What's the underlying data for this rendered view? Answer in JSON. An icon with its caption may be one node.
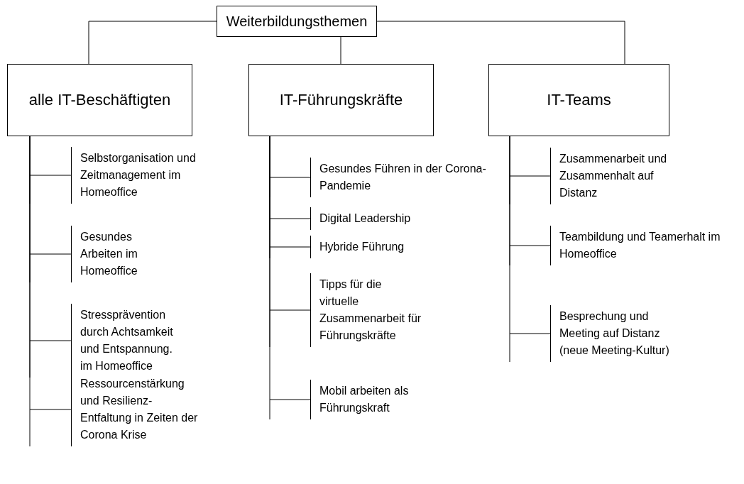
{
  "diagram": {
    "nodes": [
      {
        "text": [
          "Weiterbildungsthemen"
        ]
      },
      {
        "text": [
          "alle IT-Beschäftigten"
        ]
      },
      {
        "text": [
          "IT-Führungskräfte"
        ]
      },
      {
        "text": [
          "IT-Teams"
        ]
      },
      {
        "text": [
          "Selbstorganisation und Zeitmanagement im Homeoffice"
        ]
      },
      {
        "text": [
          "Gesundes Arbeiten im Homeoffice"
        ]
      },
      {
        "text": [
          "Stressprävention durch Achtsamkeit und Entspannung. im Homeoffice"
        ]
      },
      {
        "text": [
          "Ressourcenstärkung und Resilienz-Entfaltung in Zeiten der Corona Krise"
        ]
      },
      {
        "text": [
          "Gesundes Führen in der Corona-Pandemie"
        ]
      },
      {
        "text": [
          "Digital Leadership"
        ]
      },
      {
        "text": [
          "Hybride Führung"
        ]
      },
      {
        "text": [
          "Tipps für die virtuelle Zusammenarbeit für Führungskräfte"
        ]
      },
      {
        "text": [
          "Mobil arbeiten als Führungskraft"
        ]
      },
      {
        "text": [
          "Zusammenarbeit und Zusammenhalt auf Distanz"
        ]
      },
      {
        "text": [
          "Teambildung und Teamerhalt im Homeoffice"
        ]
      },
      {
        "text": [
          "Besprechung und Meeting auf Distanz (neue Meeting-Kultur)"
        ]
      }
    ],
    "edges": [
      {
        "from": 0,
        "to": 1,
        "arrow": "none"
      },
      {
        "from": 0,
        "to": 2,
        "arrow": "none"
      },
      {
        "from": 0,
        "to": 3,
        "arrow": "none"
      },
      {
        "from": 1,
        "to": 4,
        "arrow": "none"
      },
      {
        "from": 1,
        "to": 5,
        "arrow": "none"
      },
      {
        "from": 1,
        "to": 6,
        "arrow": "none"
      },
      {
        "from": 1,
        "to": 7,
        "arrow": "none"
      },
      {
        "from": 2,
        "to": 8,
        "arrow": "none"
      },
      {
        "from": 2,
        "to": 9,
        "arrow": "none"
      },
      {
        "from": 2,
        "to": 10,
        "arrow": "none"
      },
      {
        "from": 2,
        "to": 11,
        "arrow": "none"
      },
      {
        "from": 2,
        "to": 12,
        "arrow": "none"
      },
      {
        "from": 3,
        "to": 13,
        "arrow": "none"
      },
      {
        "from": 3,
        "to": 14,
        "arrow": "none"
      },
      {
        "from": 3,
        "to": 15,
        "arrow": "none"
      }
    ]
  }
}
